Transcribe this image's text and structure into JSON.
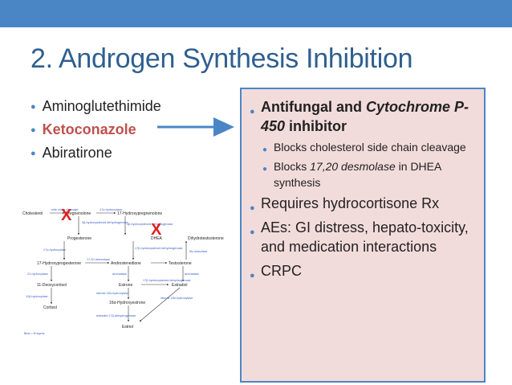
{
  "slide": {
    "title": "2. Androgen Synthesis Inhibition"
  },
  "left_list": [
    {
      "text": "Aminoglutethimide",
      "highlight": false
    },
    {
      "text": "Ketoconazole",
      "highlight": true
    },
    {
      "text": "Abiratirone",
      "highlight": false
    }
  ],
  "panel": {
    "item1": {
      "before": "Antifungal and ",
      "italic": "Cytochrome P-450",
      "after": " inhibitor"
    },
    "sub1": "Blocks cholesterol side chain cleavage",
    "sub2": {
      "before": "Blocks ",
      "italic": "17,20 desmolase",
      "after": " in DHEA synthesis"
    },
    "item2": "Requires hydrocortisone Rx",
    "item3": "AEs: GI distress, hepato-toxicity, and medication interactions",
    "item4": "CRPC"
  },
  "diagram": {
    "cholesterol": "Cholesterol",
    "pregnenolone": "Pregnenolone",
    "hydroxypregnenolone": "17-Hydroxypregnenolone",
    "progesterone": "Progesterone",
    "dhea": "DHEA",
    "dihydrotestosterone": "Dihydrotestosterone",
    "hydroxyprogesterone": "17-Hydroxyprogesterone",
    "androstenedione": "Androstenedione",
    "testosterone": "Testosterone",
    "deoxycortisol": "11-Deoxycortisol",
    "estrone": "Estrone",
    "estradiol": "Estradiol",
    "hydroxyestrone": "16α-Hydroxyestrone",
    "cortisol": "Cortisol",
    "estriol": "Estriol",
    "enzyme_note": "Blue = Enzyme",
    "x_mark": "X",
    "enzymes": {
      "side_chain": "side chain cleavage",
      "h17a": "17α-hydroxylase",
      "hsd3b_1": "3β-hydroxysteroid dehydrogenase",
      "h17_left": "17α-hydroxylase",
      "desmolase": "17,20 desmolase",
      "hsd3b_2": "3β-hydroxysteroid dehydrogenase",
      "hsd17b_1": "17β-hydroxysteroid dehydrogenase",
      "reductase": "5α-reductase",
      "h21": "21-hydroxylase",
      "aromatase1": "aromatase",
      "aromatase2": "aromatase",
      "h11": "11β-hydroxylase",
      "hsd17b_2": "17β-hydroxysteroid dehydrogenase",
      "h16_1": "steroid 16α-hydroxylase",
      "h16_2": "steroid 16α-hydroxylase",
      "hsd17b_3": "estradiol 17β-dehydrogenase"
    }
  },
  "colors": {
    "topbar": "#4a86c6",
    "title": "#2f5f8f",
    "highlight": "#c0504d",
    "arrow": "#4a86c6",
    "panel_bg": "#f2dcdb",
    "panel_border": "#4a86c6",
    "x_mark": "#e02020"
  },
  "icons": [
    "right-arrow-icon",
    "bullet-dot-icon"
  ]
}
